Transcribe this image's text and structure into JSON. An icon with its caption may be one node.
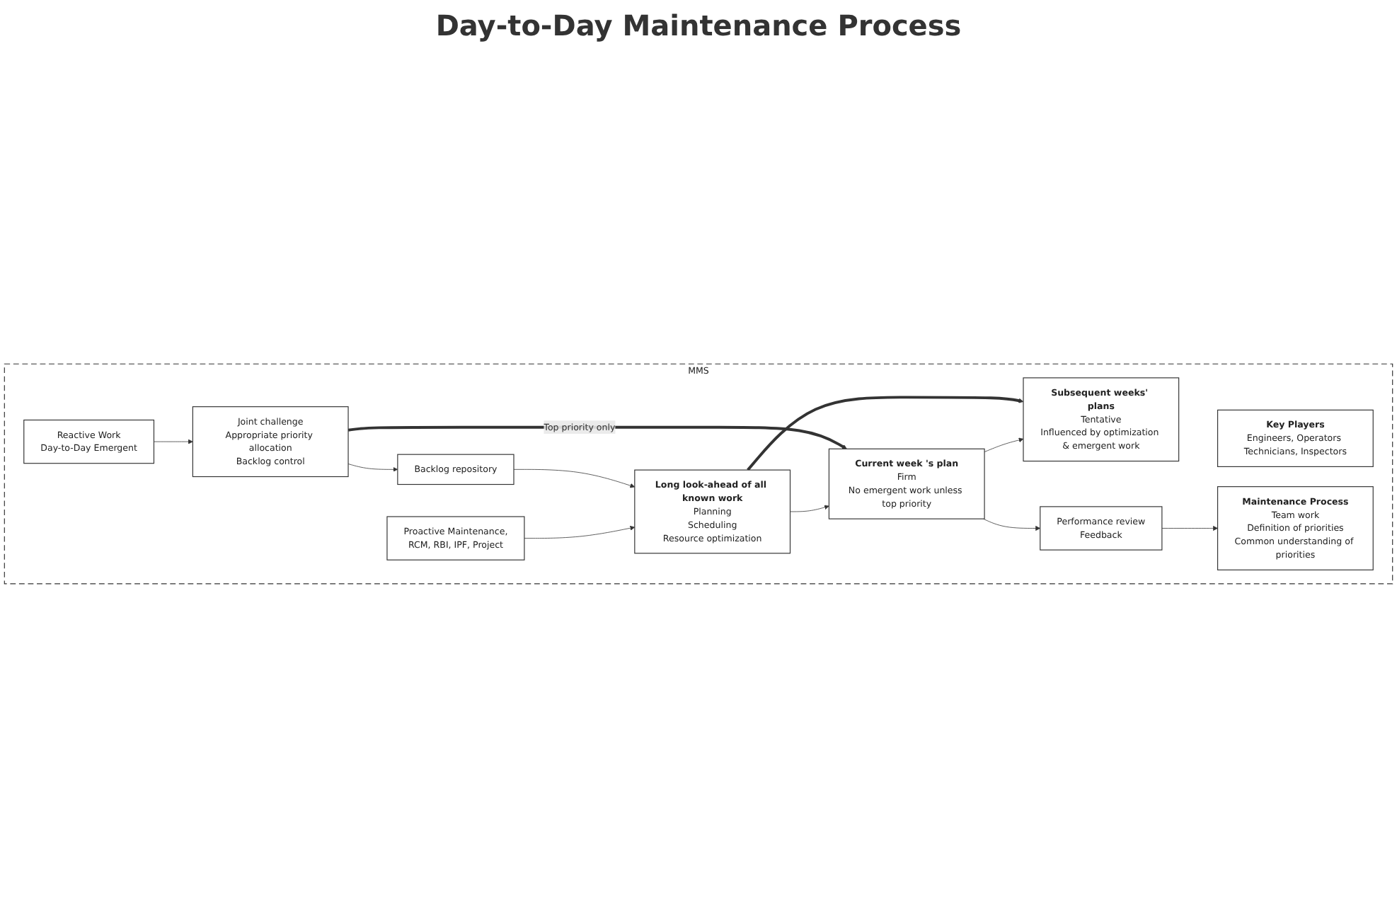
{
  "diagram": {
    "title": "Day-to-Day Maintenance Process",
    "nodes": [
      {
        "text": [
          "MMS"
        ]
      },
      {
        "text": [
          "Key Players",
          "Engineers, Operators Technicians, Inspectors"
        ],
        "in": 0
      },
      {
        "text": [
          "Maintenance Process",
          "Team work",
          "Definition of priorities",
          "Common understanding of priorities"
        ],
        "in": 0
      },
      {
        "text": [
          "Proactive Maintenance,",
          "RCM, RBI, IPF, Project"
        ],
        "in": 0
      },
      {
        "text": [
          "Long look-ahead of all known work",
          "Planning",
          "Scheduling",
          "Resource optimization"
        ],
        "in": 0
      },
      {
        "text": [
          "Current week 's plan",
          "Firm",
          "No emergent work unless top priority"
        ],
        "in": 0
      },
      {
        "text": [
          "Subsequent weeks' plans",
          "Tentative",
          "Influenced by optimization & emergent work"
        ],
        "in": 0
      },
      {
        "text": [
          "Backlog repository"
        ],
        "in": 0
      },
      {
        "text": [
          "Reactive Work",
          "Day-to-Day Emergent"
        ],
        "in": 0
      },
      {
        "text": [
          "Joint challenge",
          "Appropriate priority allocation",
          "Backlog control"
        ],
        "in": 0
      },
      {
        "text": [
          "Performance review",
          "Feedback"
        ],
        "in": 0
      }
    ],
    "edges": [
      {
        "from": 3,
        "to": 4,
        "arrow": "to"
      },
      {
        "from": 4,
        "to": 5,
        "arrow": "to"
      },
      {
        "from": 5,
        "to": 6,
        "arrow": "to"
      },
      {
        "from": 4,
        "to": 6,
        "arrow": "to",
        "style": "thick"
      },
      {
        "from": 8,
        "to": 9,
        "arrow": "to"
      },
      {
        "from": 9,
        "to": 7,
        "arrow": "to"
      },
      {
        "from": 7,
        "to": 4,
        "arrow": "to"
      },
      {
        "from": 9,
        "to": 5,
        "arrow": "to",
        "label": "Top priority only",
        "style": "thick"
      },
      {
        "from": 5,
        "to": 10,
        "arrow": "to"
      },
      {
        "from": 10,
        "to": 2,
        "arrow": "to"
      }
    ]
  }
}
